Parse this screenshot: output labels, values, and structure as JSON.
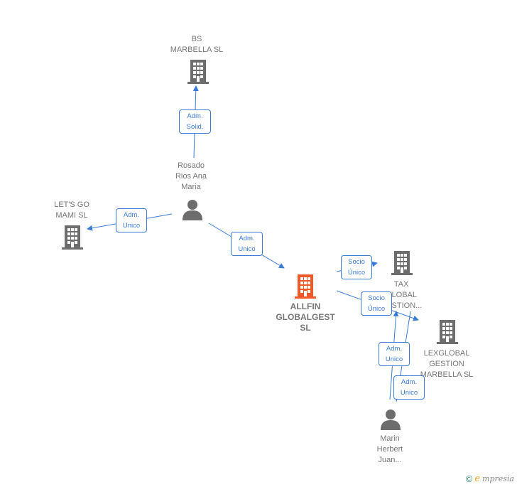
{
  "nodes": {
    "bs_marbella": {
      "label": "BS\nMARBELLA  SL",
      "type": "company",
      "color": "#6d6d6d"
    },
    "lets_go_mami": {
      "label": "LET'S GO\nMAMI SL",
      "type": "company",
      "color": "#6d6d6d"
    },
    "rosado": {
      "label": "Rosado\nRios Ana\nMaria",
      "type": "person",
      "color": "#6d6d6d"
    },
    "allfin": {
      "label": "ALLFIN\nGLOBALGEST\nSL",
      "type": "company",
      "color": "#f05a28"
    },
    "tax_global": {
      "label": "TAX\nGLOBAL\nGESTION...",
      "type": "company",
      "color": "#6d6d6d"
    },
    "lexglobal": {
      "label": "LEXGLOBAL\nGESTION\nMARBELLA  SL",
      "type": "company",
      "color": "#6d6d6d"
    },
    "marin": {
      "label": "Marin\nHerbert\nJuan...",
      "type": "person",
      "color": "#6d6d6d"
    }
  },
  "edges": {
    "rosado_bs": {
      "label": "Adm.\nSolid."
    },
    "rosado_lets": {
      "label": "Adm.\nUnico"
    },
    "rosado_allfin": {
      "label": "Adm.\nUnico"
    },
    "allfin_tax": {
      "label": "Socio\nÚnico"
    },
    "allfin_lex": {
      "label": "Socio\nÚnico"
    },
    "marin_tax": {
      "label": "Adm.\nUnico"
    },
    "marin_lex": {
      "label": "Adm.\nUnico"
    }
  },
  "colors": {
    "edge": "#3a7bd5",
    "company": "#6d6d6d",
    "main_company": "#f05a28",
    "text": "#777777"
  },
  "footer": {
    "copyright": "©",
    "brand_initial": "e",
    "brand_rest": "mpresia"
  }
}
